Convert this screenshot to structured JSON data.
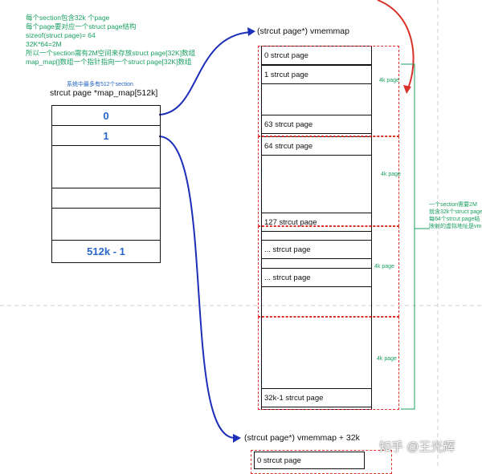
{
  "notes": {
    "green_lines": [
      "每个section包含32k 个page",
      "每个page要对应一个struct page结构",
      "sizeof(struct page)= 64",
      "32K*64=2M",
      "所以一个section需有2M空间来存放struct page[32K]数组",
      "map_map[]数组一个指针指向一个struct page[32K]数组"
    ],
    "max_sections": "系统中最多有512个section",
    "map_decl": "strcut page *map_map[512k]",
    "right_lines": [
      "一个section需要2M",
      "就含32k个struct page",
      "每64个strcut page结",
      "映射的虚拟地址是vm"
    ]
  },
  "map_map": {
    "cells": [
      "0",
      "1",
      "",
      "",
      "",
      "512k - 1"
    ]
  },
  "vmemmap": {
    "label": "(strcut page*) vmemmap",
    "cells": [
      "0  strcut page",
      "1   strcut page",
      "63  strcut page",
      "64   strcut page",
      "127   strcut page",
      "...   strcut page",
      "...   strcut page",
      "32k-1   strcut page"
    ],
    "page_labels": [
      "4k page",
      "4k page",
      "4k page",
      "4k page"
    ]
  },
  "vmemmap2": {
    "label": "(strcut page*) vmemmap + 32k",
    "cells": [
      "0  strcut page"
    ]
  },
  "watermark": "知乎 @王光辉",
  "colors": {
    "arrow_blue": "#1d2fb8",
    "dash_red": "#d9322a",
    "note_green": "#1aa060",
    "cell_blue": "#2a67c8"
  }
}
